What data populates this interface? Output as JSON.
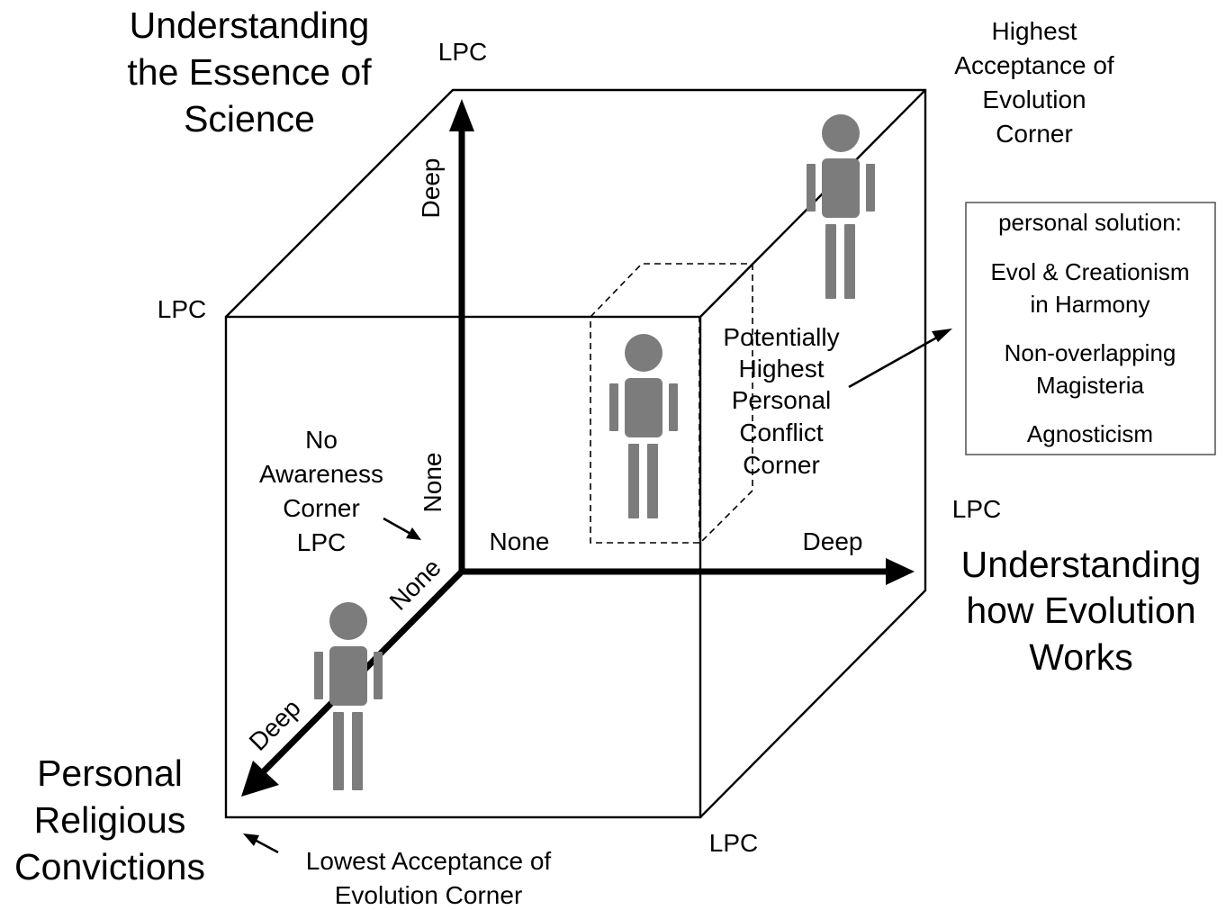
{
  "axes": {
    "vertical": {
      "title": [
        "Understanding",
        "the Essence of",
        "Science"
      ],
      "high_label": "Deep",
      "low_label": "None"
    },
    "horizontal": {
      "title": [
        "Understanding",
        "how Evolution",
        "Works"
      ],
      "high_label": "Deep",
      "low_label": "None"
    },
    "depth": {
      "title": [
        "Personal",
        "Religious",
        "Convictions"
      ],
      "high_label": "Deep",
      "low_label": "None"
    }
  },
  "corner_marker": "LPC",
  "annotations": {
    "no_awareness": [
      "No",
      "Awareness",
      "Corner",
      "LPC"
    ],
    "highest_acceptance": [
      "Highest",
      "Acceptance of",
      "Evolution",
      "Corner"
    ],
    "lowest_acceptance": [
      "Lowest Acceptance of",
      "Evolution Corner"
    ],
    "personal_conflict": [
      "Potentially",
      "Highest",
      "Personal",
      "Conflict",
      "Corner"
    ]
  },
  "solution_box": {
    "heading": "personal solution:",
    "options": [
      [
        "Evol & Creationism",
        "in Harmony"
      ],
      [
        "Non-overlapping",
        "Magisteria"
      ],
      [
        "Agnosticism"
      ]
    ]
  },
  "colors": {
    "figure": "#7c7c7c",
    "lines": "#000000",
    "background": "#ffffff"
  },
  "icons": [
    "person-icon"
  ]
}
